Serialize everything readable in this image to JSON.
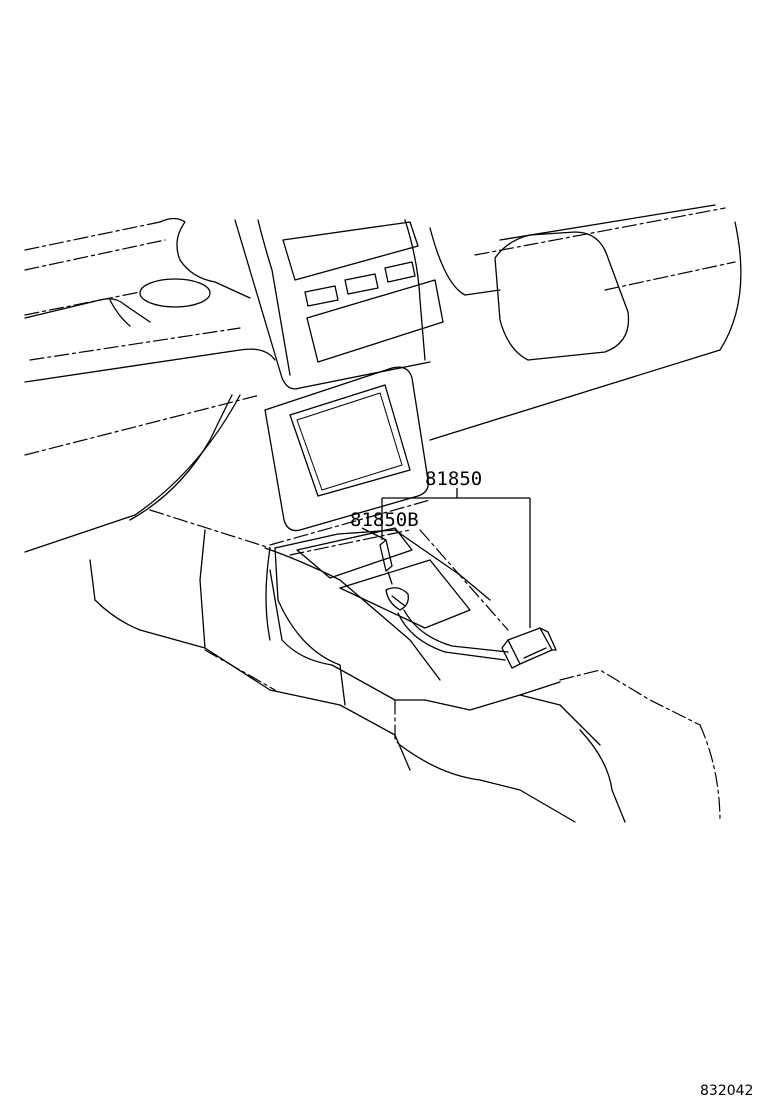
{
  "diagram": {
    "callouts": [
      {
        "part_number": "81850"
      },
      {
        "part_number": "81850B"
      }
    ],
    "reference_code": "832042"
  }
}
